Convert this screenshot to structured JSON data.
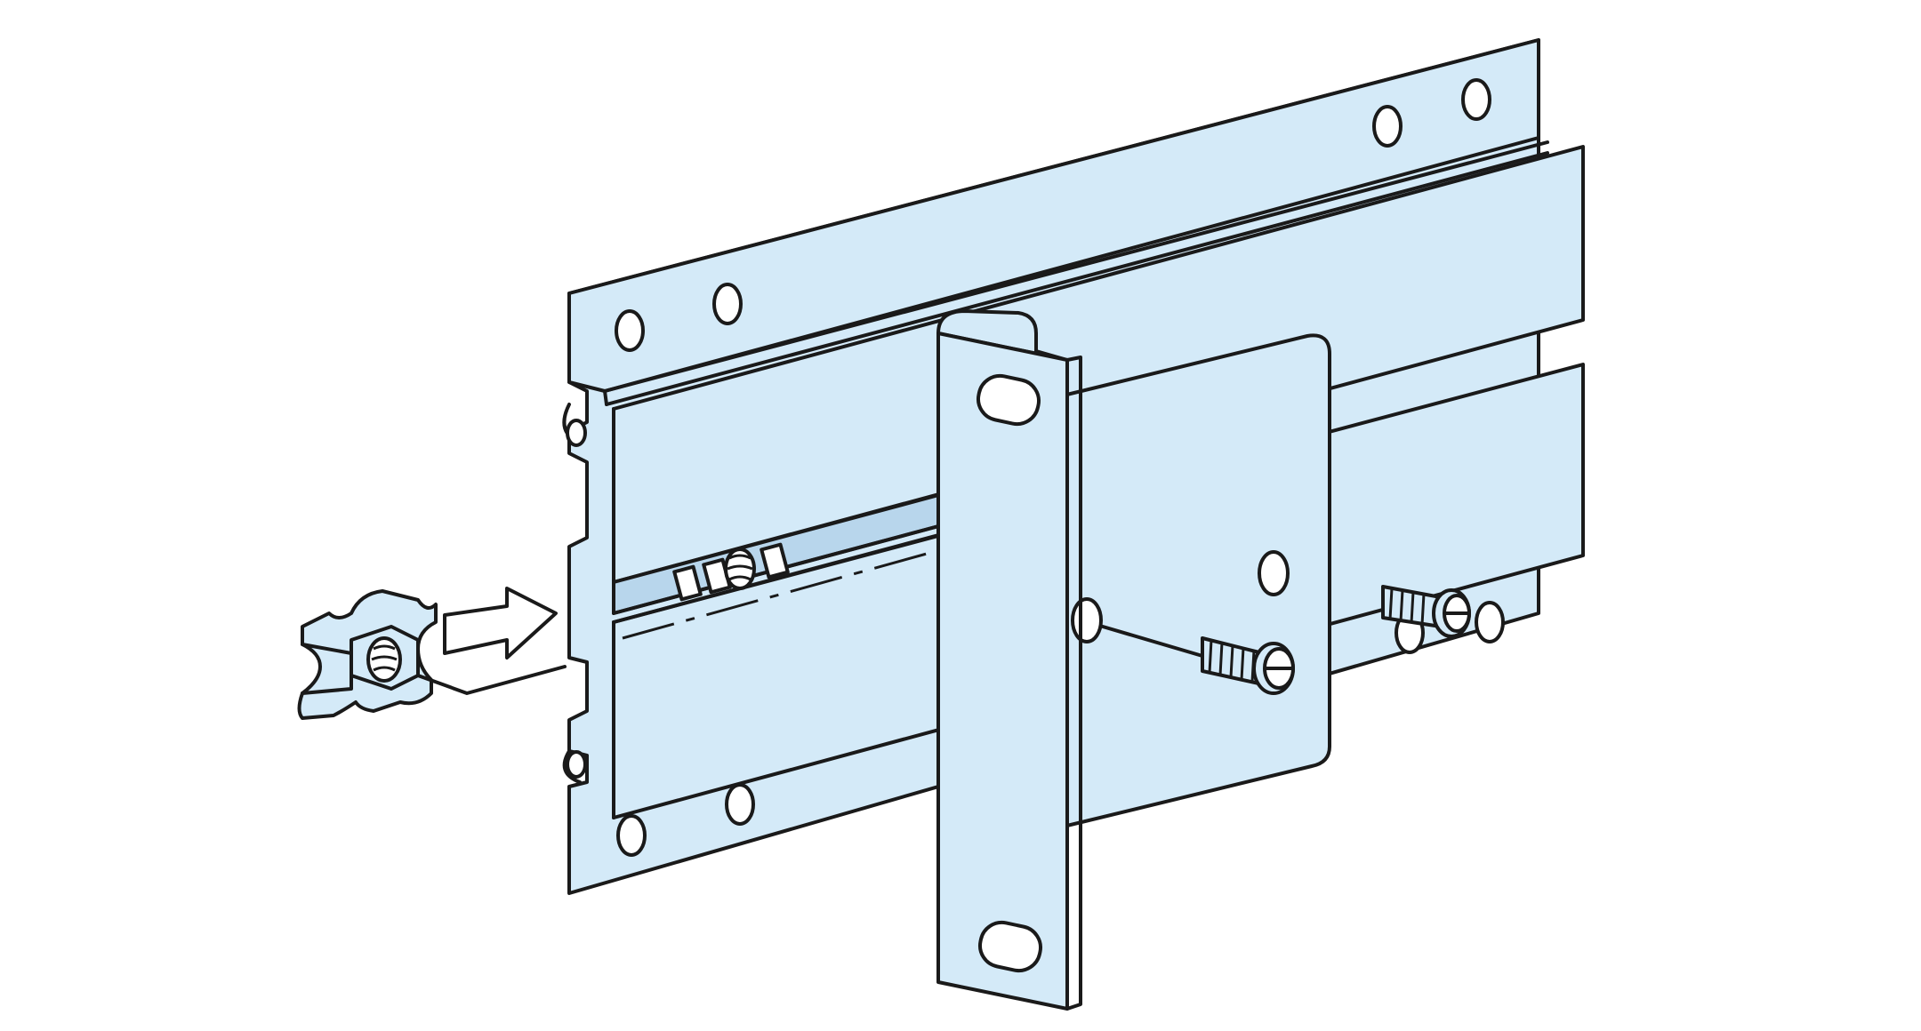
{
  "figure": {
    "kind": "technical-assembly-illustration",
    "caption": "",
    "colors": {
      "part_fill": "#d4eaf8",
      "outline": "#1a1a1a",
      "background": "#ffffff"
    },
    "components": [
      "mounting-rail",
      "vertical-bracket",
      "mounting-plate",
      "cage-nut",
      "screw",
      "insertion-arrow"
    ]
  }
}
